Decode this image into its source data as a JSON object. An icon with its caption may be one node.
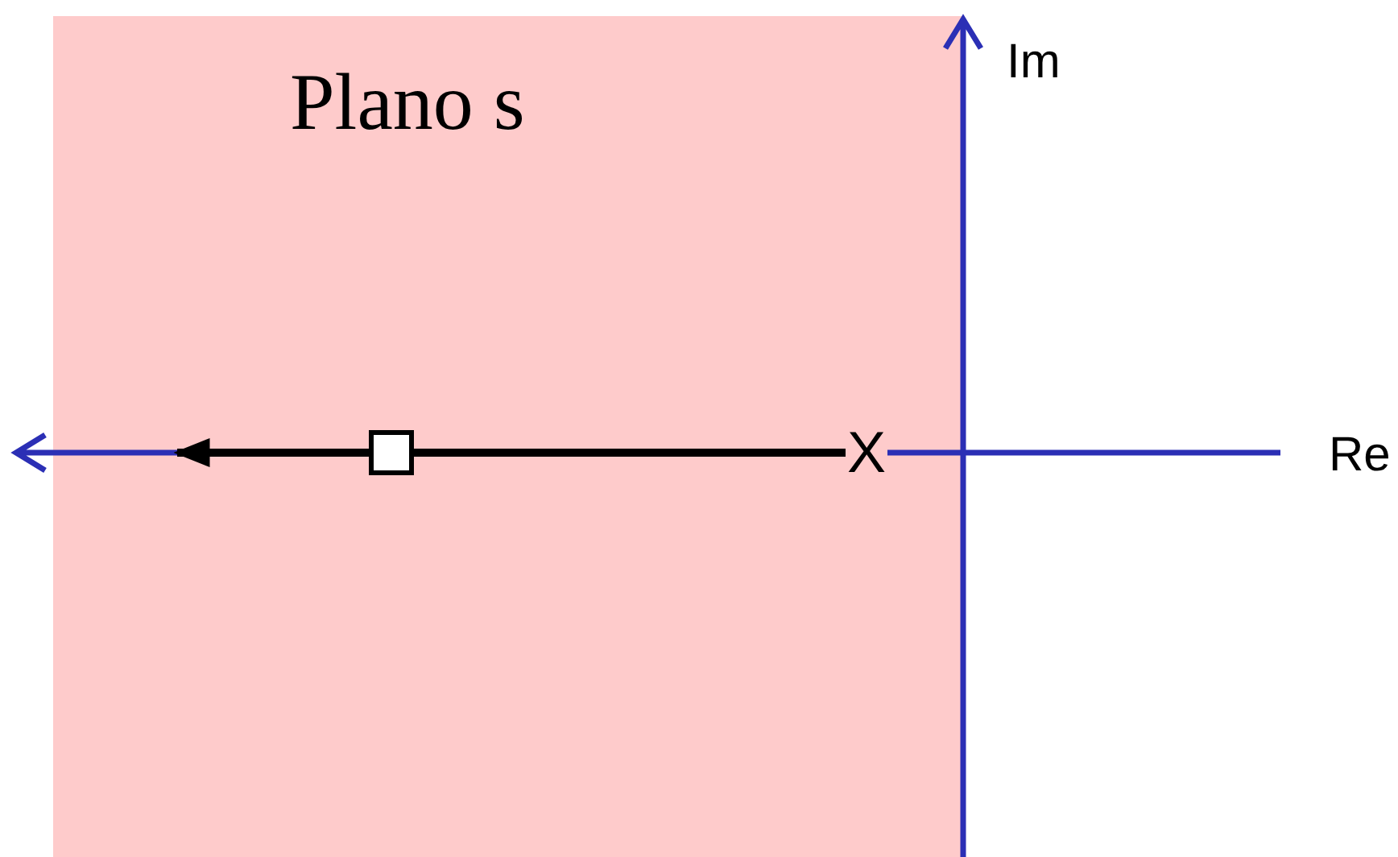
{
  "diagram": {
    "nodes": [
      {
        "text": [
          "Plano s"
        ]
      },
      {
        "text": [
          "X"
        ],
        "in": 0
      },
      {
        "text": [],
        "shape": "box",
        "in": 0
      }
    ],
    "edges": [
      {
        "from": 1,
        "to": 2,
        "arrow": "none"
      },
      {
        "from": 2,
        "to": null,
        "arrow": "to"
      }
    ],
    "labels": [
      "Im",
      "Re"
    ]
  }
}
